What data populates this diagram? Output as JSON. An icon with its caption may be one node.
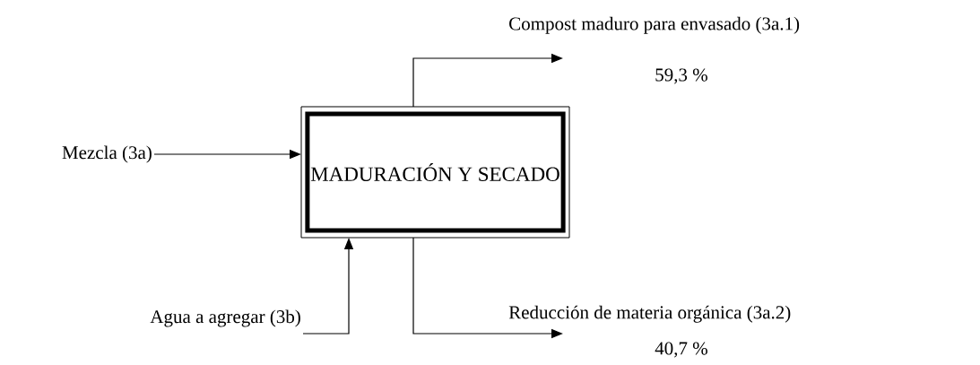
{
  "diagram": {
    "nodes": [
      {
        "text": [
          "MADURACIÓN Y SECADO"
        ]
      },
      {
        "text": [
          "Mezcla (3a)"
        ]
      },
      {
        "text": [
          "Agua a agregar (3b)"
        ]
      },
      {
        "text": [
          "Compost maduro para envasado (3a.1)"
        ],
        "beside": [
          "59,3 %"
        ]
      },
      {
        "text": [
          "Reducción de materia orgánica (3a.2)"
        ],
        "beside": [
          "40,7 %"
        ]
      }
    ],
    "edges": [
      {
        "from": 1,
        "to": 0,
        "arrow": "to"
      },
      {
        "from": 2,
        "to": 0,
        "arrow": "to"
      },
      {
        "from": 0,
        "to": 3,
        "arrow": "to"
      },
      {
        "from": 0,
        "to": 4,
        "arrow": "to"
      }
    ]
  }
}
